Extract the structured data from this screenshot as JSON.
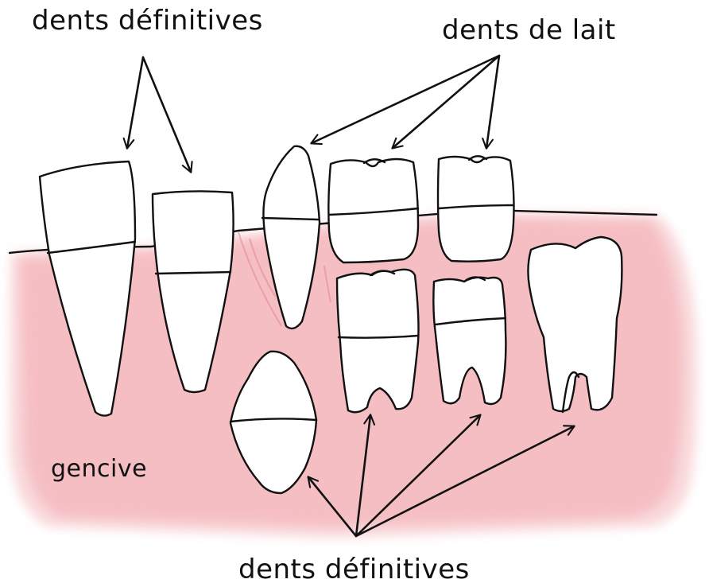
{
  "labels": {
    "permanent_teeth_top": "dents définitives",
    "baby_teeth": "dents de lait",
    "gum": "gencive",
    "permanent_teeth_bottom": "dents définitives"
  },
  "colors": {
    "gum": "#f4b8bd",
    "gum_edge": "#f9d6d9",
    "tooth_fill": "#ffffff",
    "outline": "#111111"
  }
}
